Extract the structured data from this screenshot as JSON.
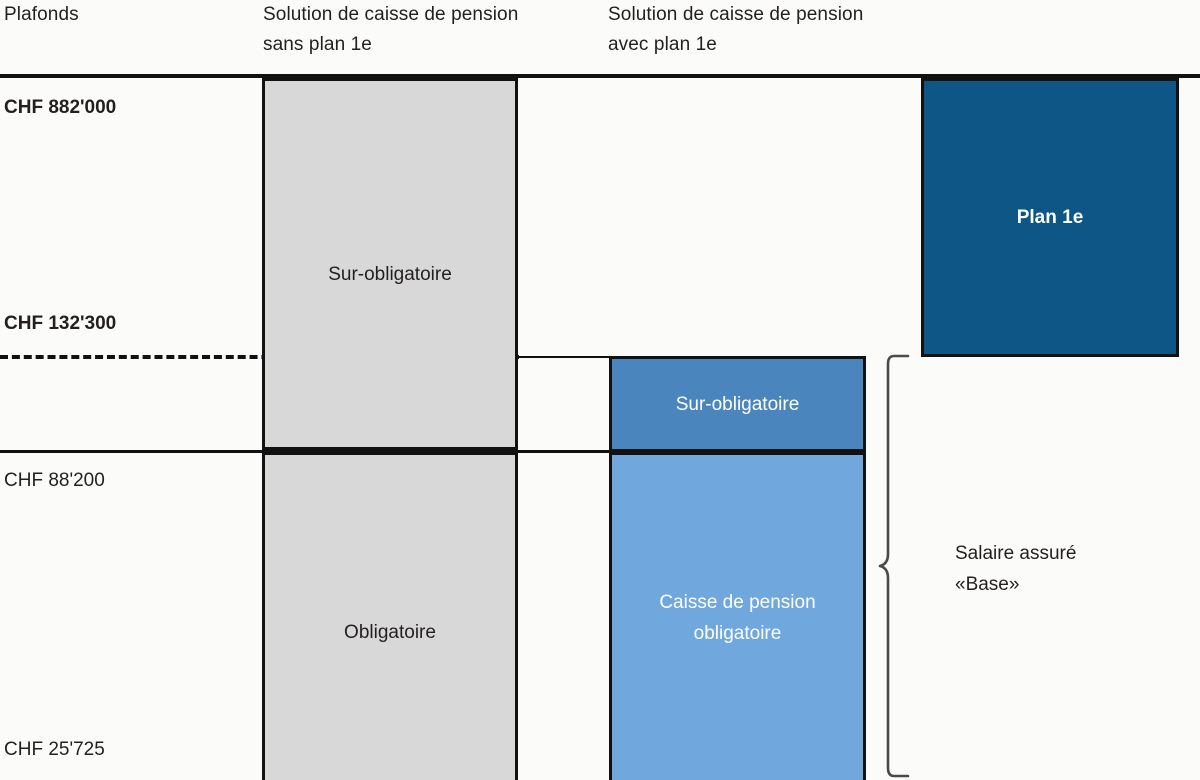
{
  "headers": {
    "plafonds": "Plafonds",
    "sans_1e": "Solution de caisse de pension\nsans plan 1e",
    "avec_1e": "Solution de caisse de pension\navec plan 1e"
  },
  "axis_labels": {
    "upper_limit": "CHF 882'000",
    "coordination_upper": "CHF 132'300",
    "coordination_lower": "CHF 88'200",
    "entry_threshold": "CHF 25'725"
  },
  "boxes": {
    "grey_super_obligatory": "Sur-obligatoire",
    "grey_obligatory": "Obligatoire",
    "blue_super_obligatory": "Sur-obligatoire",
    "blue_obligatory": "Caisse de pension\nobligatoire",
    "plan_1e": "Plan 1e"
  },
  "annotation": {
    "insured_salary": "Salaire assuré\n«Base»"
  },
  "colors": {
    "grey_fill": "#d8d8d8",
    "blue_medium": "#4a85be",
    "blue_light": "#70a7dd",
    "blue_dark": "#0d5685",
    "line": "#111111",
    "text": "#231f20"
  },
  "chart_data": {
    "type": "bar",
    "title": "",
    "xlabel": "",
    "ylabel": "CHF",
    "ylim": [
      0,
      882000
    ],
    "grid": false,
    "legend_position": "none",
    "axis_ticks": [
      25725,
      88200,
      132300,
      882000
    ],
    "axis_tick_labels": [
      "CHF 25'725",
      "CHF 88'200",
      "CHF 132'300",
      "CHF 882'000"
    ],
    "categories": [
      "Solution de caisse de pension sans plan 1e",
      "Solution de caisse de pension avec plan 1e"
    ],
    "series": [
      {
        "name": "Obligatoire",
        "values": [
          {
            "category": "Solution de caisse de pension sans plan 1e",
            "label": "Obligatoire",
            "from": 25725,
            "to": 88200,
            "color": "#d8d8d8"
          },
          {
            "category": "Solution de caisse de pension avec plan 1e",
            "label": "Caisse de pension obligatoire",
            "from": 25725,
            "to": 88200,
            "color": "#70a7dd"
          }
        ]
      },
      {
        "name": "Sur-obligatoire",
        "values": [
          {
            "category": "Solution de caisse de pension sans plan 1e",
            "label": "Sur-obligatoire",
            "from": 88200,
            "to": 882000,
            "color": "#d8d8d8"
          },
          {
            "category": "Solution de caisse de pension avec plan 1e",
            "label": "Sur-obligatoire",
            "from": 88200,
            "to": 132300,
            "color": "#4a85be"
          }
        ]
      },
      {
        "name": "Plan 1e",
        "values": [
          {
            "category": "Solution de caisse de pension avec plan 1e",
            "label": "Plan 1e",
            "from": 132300,
            "to": 882000,
            "color": "#0d5685"
          }
        ]
      }
    ],
    "annotations": [
      {
        "text": "Salaire assuré «Base»",
        "from": 25725,
        "to": 132300,
        "type": "brace"
      },
      {
        "text": "CHF 132'300",
        "value": 132300,
        "type": "dashed-line"
      }
    ]
  }
}
